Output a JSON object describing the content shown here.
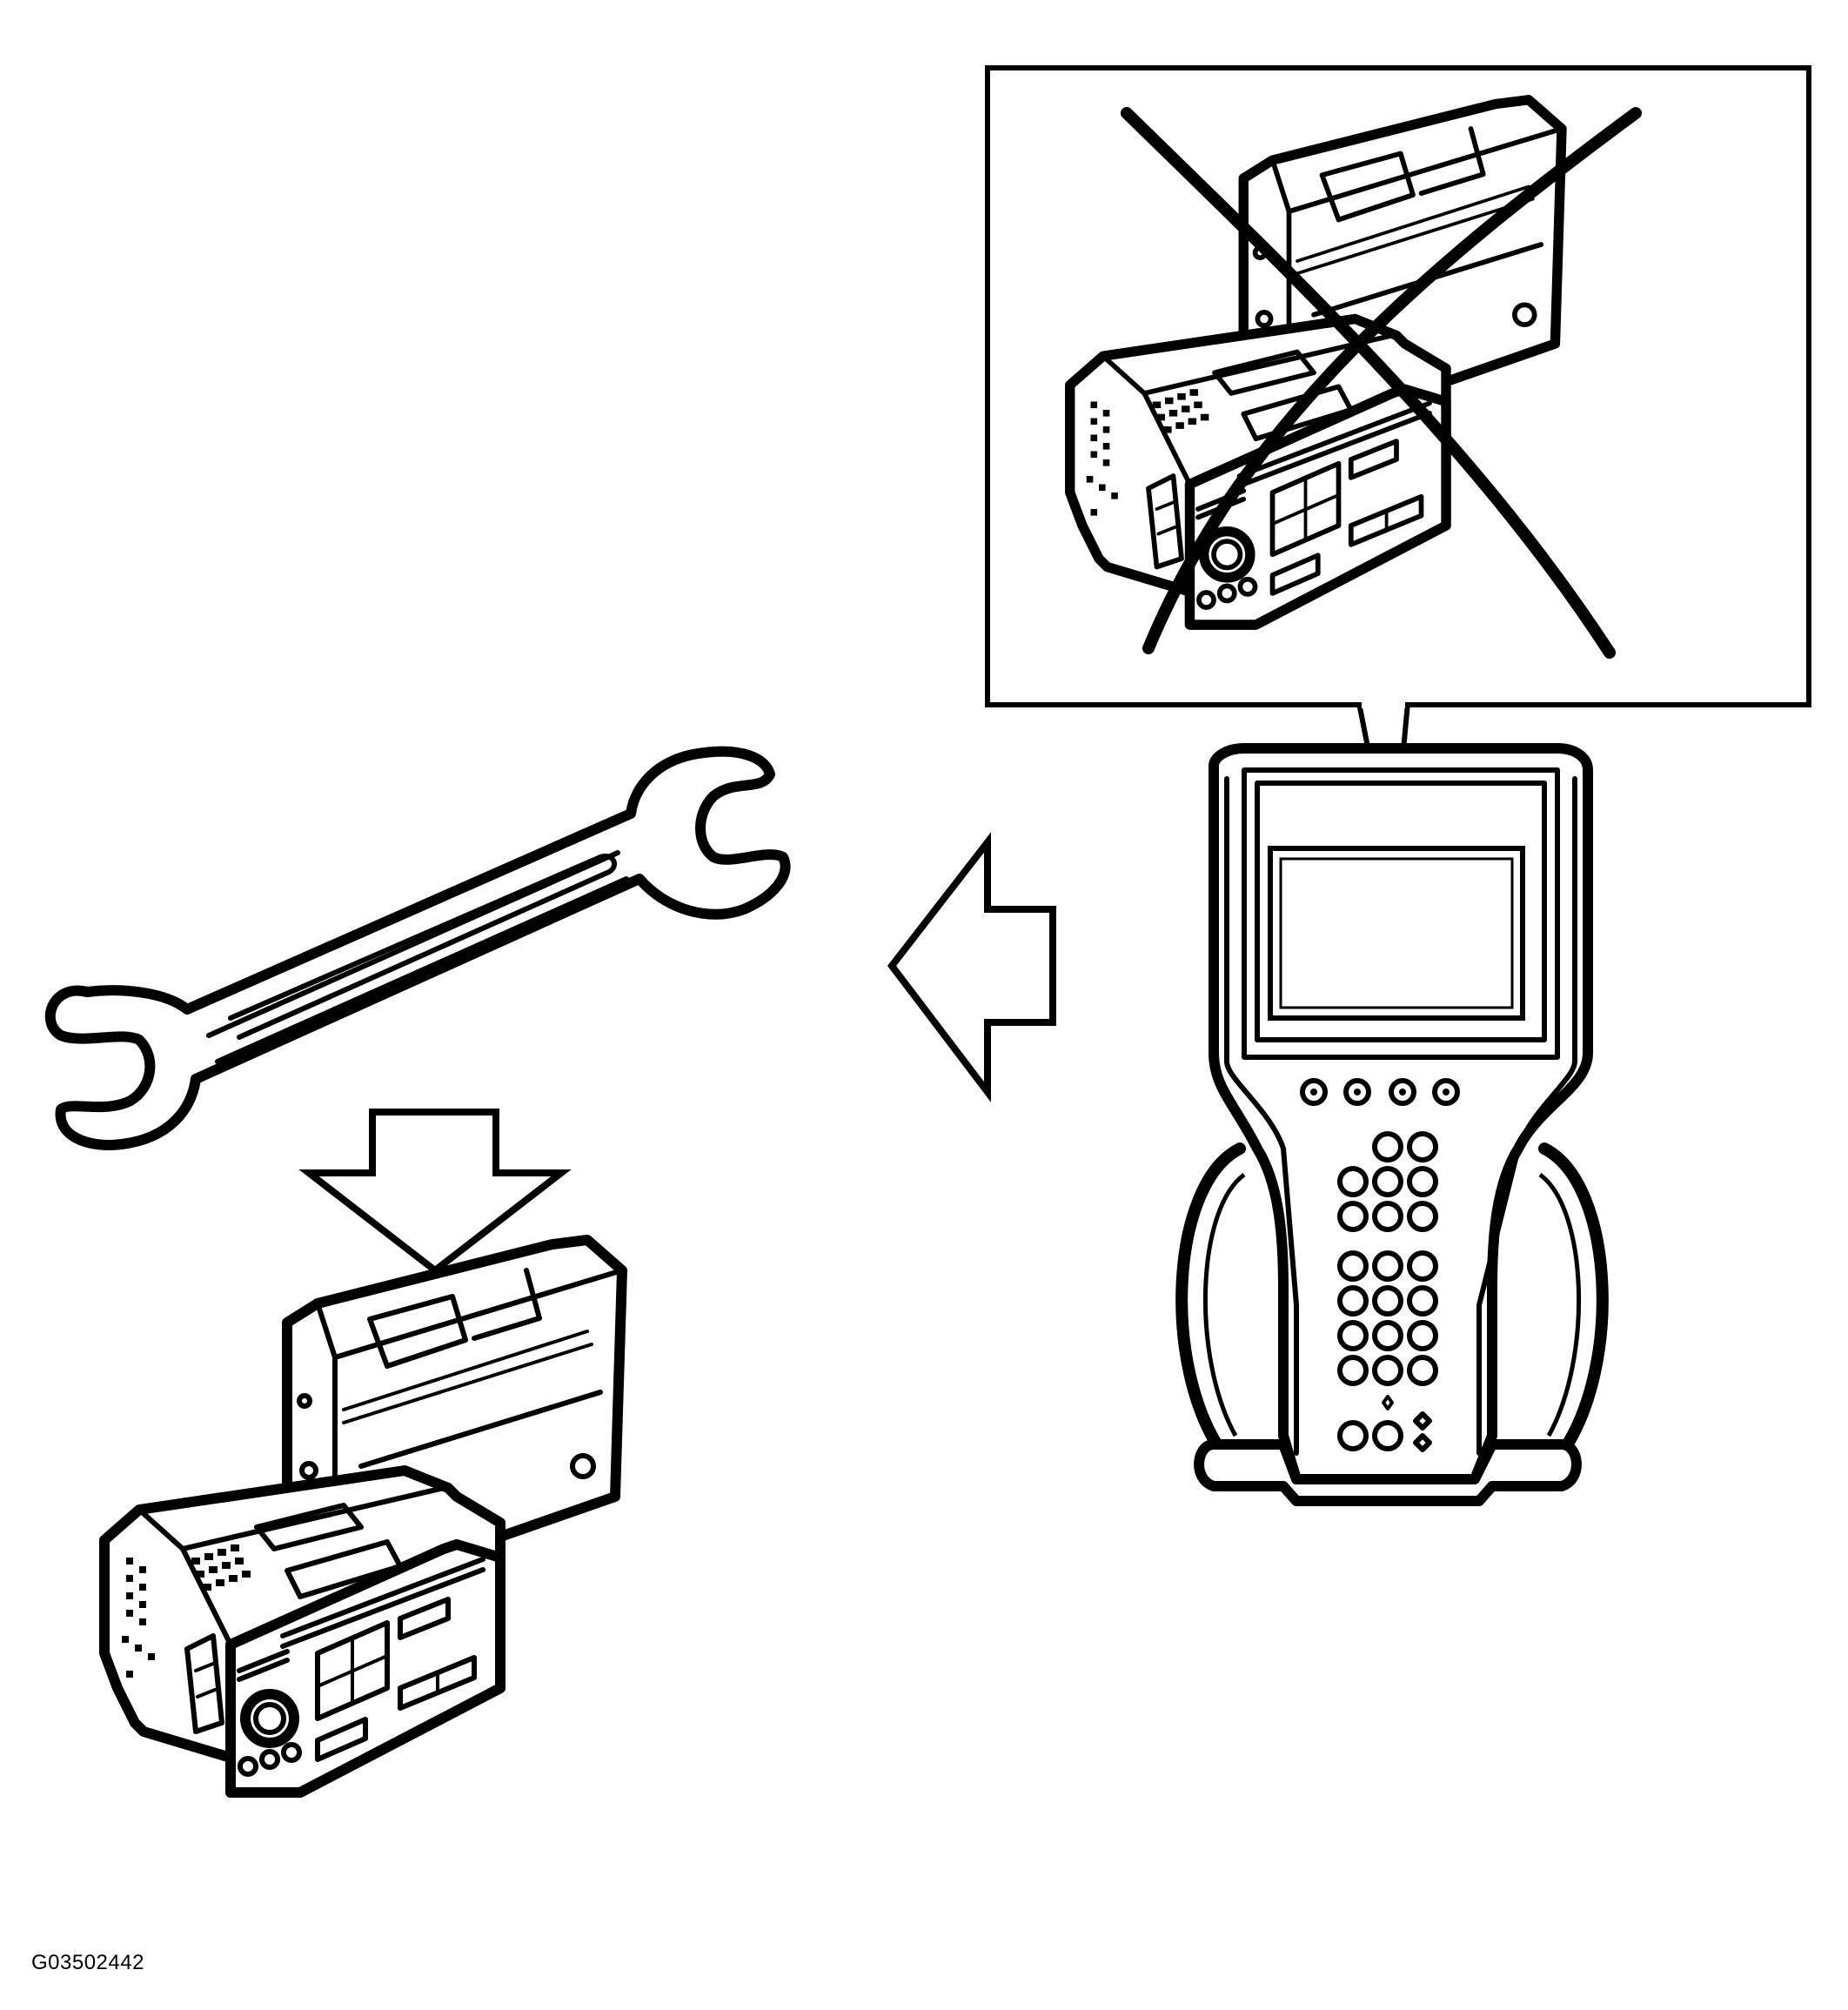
{
  "figure": {
    "code": "G03502442",
    "colors": {
      "stroke": "#000000",
      "background": "#ffffff"
    }
  },
  "elements": {
    "inset_box": "callout-box",
    "prohibited_mark": "x-cross-mark",
    "scan_tool": "handheld-scan-tool",
    "arrow_left": "left-arrow",
    "arrow_down": "down-arrow",
    "wrench": "wrench-icon",
    "radio_unit": "radio-receiver-unit"
  }
}
